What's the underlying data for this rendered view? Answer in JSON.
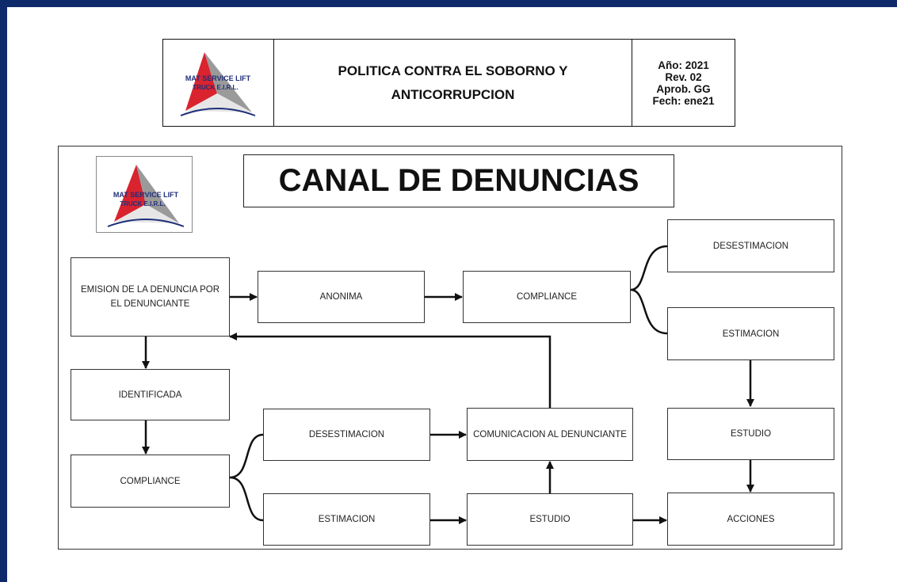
{
  "header": {
    "logo_text_line1": "MAT SERVICE LIFT",
    "logo_text_line2": "TRUCK E.I.R.L.",
    "title_line1": "POLITICA CONTRA EL SOBORNO Y",
    "title_line2": "ANTICORRUPCION",
    "meta": {
      "year": "Año: 2021",
      "rev": "Rev. 02",
      "approval": "Aprob. GG",
      "date": "Fech: ene21"
    }
  },
  "diagram": {
    "title": "CANAL DE DENUNCIAS",
    "logo_text_line1": "MAT SERVICE LIFT",
    "logo_text_line2": "TRUCK E.I.R.L.",
    "nodes": {
      "emision": "EMISION DE LA DENUNCIA POR EL DENUNCIANTE",
      "anonima": "ANONIMA",
      "compliance_top": "COMPLIANCE",
      "desestimacion_top": "DESESTIMACION",
      "estimacion_top": "ESTIMACION",
      "identificada": "IDENTIFICADA",
      "desestimacion_mid": "DESESTIMACION",
      "comunicacion": "COMUNICACION AL DENUNCIANTE",
      "estudio_right": "ESTUDIO",
      "compliance_bottom": "COMPLIANCE",
      "estimacion_bottom": "ESTIMACION",
      "estudio_bottom": "ESTUDIO",
      "acciones": "ACCIONES"
    }
  },
  "colors": {
    "frame": "#0f2a6b",
    "logo_red": "#d9232e",
    "logo_navy": "#1f2f7a",
    "logo_gray": "#9a9a9a"
  }
}
